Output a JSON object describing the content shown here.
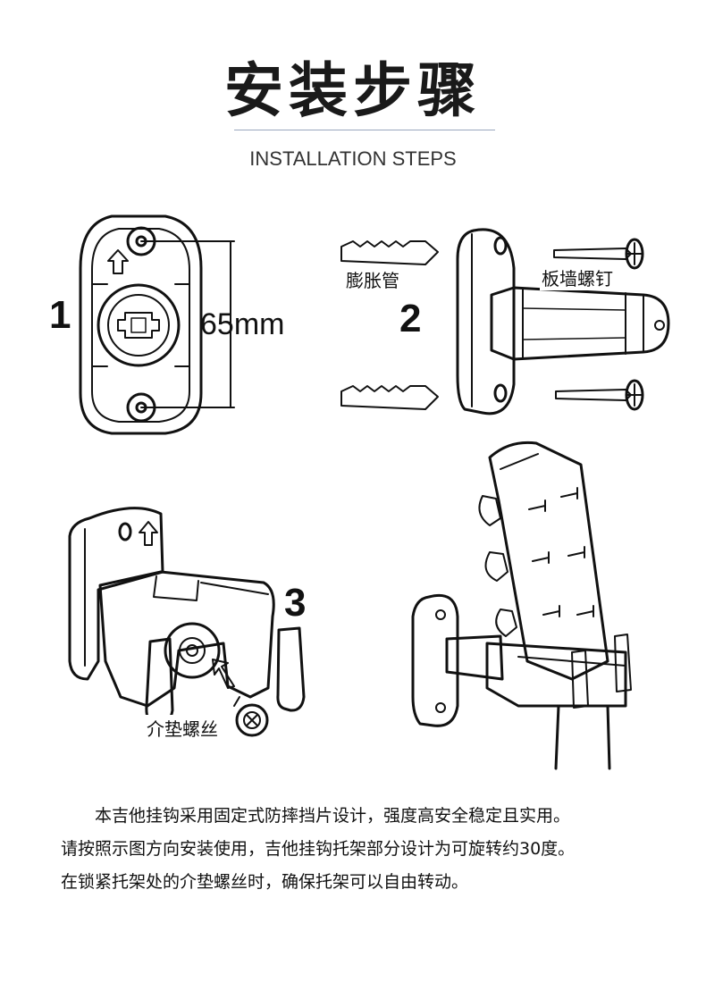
{
  "header": {
    "title": "安装步骤",
    "subtitle": "INSTALLATION STEPS"
  },
  "steps": {
    "step1": {
      "number": "1",
      "dimension": "65mm"
    },
    "step2": {
      "number": "2",
      "anchor_label": "膨胀管",
      "screw_label": "板墙螺钉"
    },
    "step3": {
      "number": "3",
      "washer_label": "介垫螺丝"
    }
  },
  "description": {
    "line1": "本吉他挂钩采用固定式防摔挡片设计，强度高安全稳定且实用。",
    "line2": "请按照示图方向安装使用，吉他挂钩托架部分设计为可旋转约30度。",
    "line3": "在锁紧托架处的介垫螺丝时，确保托架可以自由转动。"
  },
  "colors": {
    "line": "#111111",
    "rule": "#9aa7bd"
  }
}
